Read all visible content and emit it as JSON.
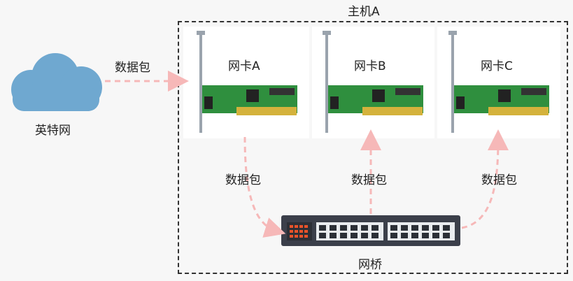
{
  "internet": {
    "label": "英特网"
  },
  "host": {
    "title": "主机A"
  },
  "nics": [
    {
      "label": "网卡A"
    },
    {
      "label": "网卡B"
    },
    {
      "label": "网卡C"
    }
  ],
  "bridge": {
    "label": "网桥"
  },
  "packets": {
    "internet_to_host": "数据包",
    "nic_a_to_bridge": "数据包",
    "bridge_to_nic_b": "数据包",
    "bridge_to_nic_c": "数据包"
  },
  "colors": {
    "cloud": "#6fa8d0",
    "arrow": "#f6b8b8",
    "card": "#2f8f3e",
    "switch": "#3b3f4a",
    "port_orange": "#e8532a"
  }
}
